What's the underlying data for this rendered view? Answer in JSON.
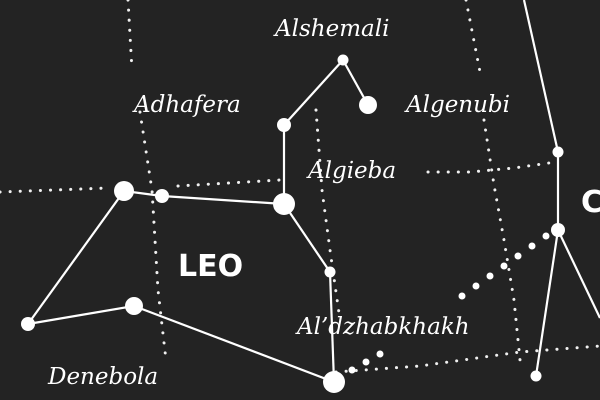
{
  "colors": {
    "background": "#232323",
    "ink": "#ffffff"
  },
  "constellations": [
    {
      "id": "leo",
      "name": "LEO"
    },
    {
      "id": "cancer-edge",
      "name": "C"
    }
  ],
  "stars": [
    {
      "id": "alshemali",
      "name": "Alshemali"
    },
    {
      "id": "adhafera",
      "name": "Adhafera"
    },
    {
      "id": "algenubi",
      "name": "Algenubi"
    },
    {
      "id": "algieba",
      "name": "Algieba"
    },
    {
      "id": "aldzhabkhakh",
      "name": "Al’dzhabkhakh"
    },
    {
      "id": "denebola",
      "name": "Denebola"
    }
  ]
}
